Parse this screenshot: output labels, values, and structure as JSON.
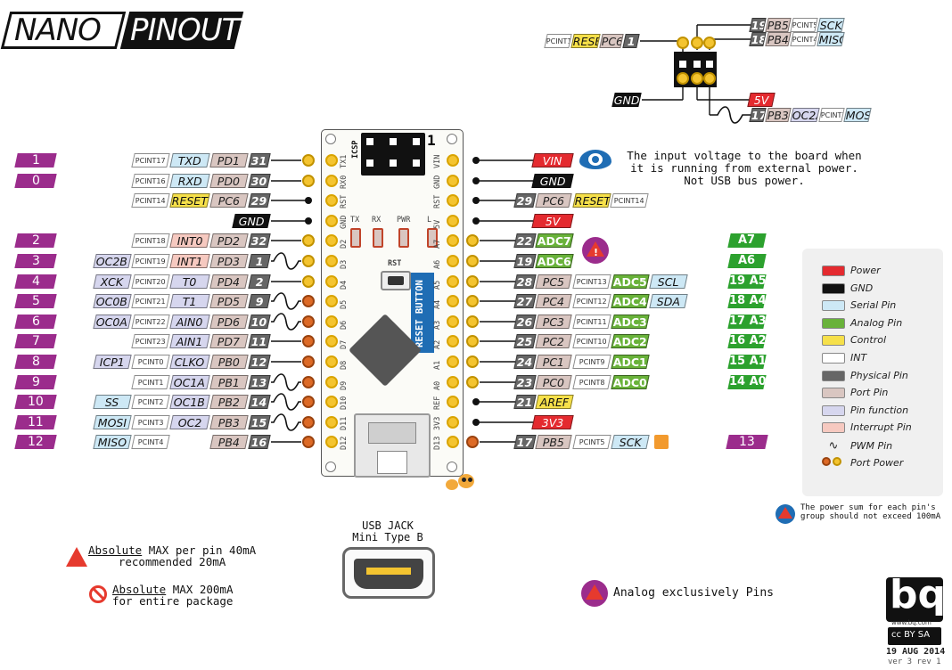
{
  "title": {
    "part1": "NANO",
    "part2": "PINOUT"
  },
  "icsp": {
    "label": "ICSP",
    "num": "1",
    "left_pins": [
      {
        "num": "1",
        "port": "PC6",
        "control": "RESET",
        "pcint": "PCINT14"
      }
    ],
    "top_pins": [
      {
        "num": "19",
        "port": "PB5",
        "pcint": "PCINT5",
        "serial": "SCK"
      },
      {
        "num": "18",
        "port": "PB4",
        "pcint": "PCINT4",
        "serial": "MISO"
      }
    ],
    "gnd": "GND",
    "v5": "5V",
    "mosi": {
      "num": "17",
      "port": "PB3",
      "func": "OC2A",
      "pcint": "PCINT3",
      "serial": "MOSI"
    }
  },
  "left_pins": [
    {
      "dpin": "1",
      "pcint": "PCINT17",
      "port_fn": "TXD",
      "port_fn_type": "serial",
      "port": "PD1",
      "num": "31",
      "board": "TX1",
      "power": false
    },
    {
      "dpin": "0",
      "pcint": "PCINT16",
      "port_fn": "RXD",
      "port_fn_type": "serial",
      "port": "PD0",
      "num": "30",
      "board": "RX0",
      "power": false
    },
    {
      "dpin": "",
      "pcint": "PCINT14",
      "port_fn": "RESET",
      "port_fn_type": "control",
      "port": "PC6",
      "num": "29",
      "board": "RST",
      "power": false
    },
    {
      "dpin": "",
      "pcint": "",
      "port_fn": "",
      "port_fn_type": "",
      "port": "GND",
      "num": "",
      "board": "GND",
      "power": false
    },
    {
      "dpin": "2",
      "pcint": "PCINT18",
      "port_fn": "INT0",
      "port_fn_type": "int",
      "port": "PD2",
      "num": "32",
      "board": "D2",
      "power": false
    },
    {
      "dpin": "3",
      "func": "OC2B",
      "pcint": "PCINT19",
      "port_fn": "INT1",
      "port_fn_type": "int",
      "port": "PD3",
      "num": "1",
      "board": "D3",
      "pwm": true
    },
    {
      "dpin": "4",
      "func": "XCK",
      "pcint": "PCINT20",
      "port_fn": "T0",
      "port_fn_type": "func",
      "port": "PD4",
      "num": "2",
      "board": "D4"
    },
    {
      "dpin": "5",
      "func": "OC0B",
      "pcint": "PCINT21",
      "port_fn": "T1",
      "port_fn_type": "func",
      "port": "PD5",
      "num": "9",
      "board": "D5",
      "pwm": true
    },
    {
      "dpin": "6",
      "func": "OC0A",
      "pcint": "PCINT22",
      "port_fn": "AIN0",
      "port_fn_type": "func",
      "port": "PD6",
      "num": "10",
      "board": "D6",
      "pwm": true
    },
    {
      "dpin": "7",
      "pcint": "PCINT23",
      "port_fn": "AIN1",
      "port_fn_type": "func",
      "port": "PD7",
      "num": "11",
      "board": "D7"
    },
    {
      "dpin": "8",
      "func": "ICP1",
      "pcint": "PCINT0",
      "port_fn": "CLKO",
      "port_fn_type": "func",
      "port": "PB0",
      "num": "12",
      "board": "D8"
    },
    {
      "dpin": "9",
      "pcint": "PCINT1",
      "port_fn": "OC1A",
      "port_fn_type": "func",
      "port": "PB1",
      "num": "13",
      "board": "D9",
      "pwm": true
    },
    {
      "dpin": "10",
      "func": "SS",
      "func_type": "serial",
      "pcint": "PCINT2",
      "port_fn": "OC1B",
      "port_fn_type": "func",
      "port": "PB2",
      "num": "14",
      "board": "D10",
      "pwm": true
    },
    {
      "dpin": "11",
      "func": "MOSI",
      "func_type": "serial",
      "pcint": "PCINT3",
      "port_fn": "OC2",
      "port_fn_type": "func",
      "port": "PB3",
      "num": "15",
      "board": "D11",
      "pwm": true
    },
    {
      "dpin": "12",
      "func": "MISO",
      "func_type": "serial",
      "pcint": "PCINT4",
      "port_fn": "",
      "port_fn_type": "",
      "port": "PB4",
      "num": "16",
      "board": "D12"
    }
  ],
  "right_pins": [
    {
      "board": "VIN",
      "power": "VIN",
      "type": "power"
    },
    {
      "board": "GND",
      "power": "GND",
      "type": "gnd"
    },
    {
      "board": "RST",
      "num": "29",
      "port": "PC6",
      "control": "RESET",
      "pcint": "PCINT14"
    },
    {
      "board": "5V",
      "power": "5V",
      "type": "power"
    },
    {
      "board": "A7",
      "num": "22",
      "analog": "ADC7",
      "apin": "A7"
    },
    {
      "board": "A6",
      "num": "19",
      "analog": "ADC6",
      "apin": "A6"
    },
    {
      "board": "A5",
      "num": "28",
      "port": "PC5",
      "pcint": "PCINT13",
      "analog": "ADC5",
      "serial": "SCL",
      "apin": "19 A5"
    },
    {
      "board": "A4",
      "num": "27",
      "port": "PC4",
      "pcint": "PCINT12",
      "analog": "ADC4",
      "serial": "SDA",
      "apin": "18 A4"
    },
    {
      "board": "A3",
      "num": "26",
      "port": "PC3",
      "pcint": "PCINT11",
      "analog": "ADC3",
      "apin": "17 A3"
    },
    {
      "board": "A2",
      "num": "25",
      "port": "PC2",
      "pcint": "PCINT10",
      "analog": "ADC2",
      "apin": "16 A2"
    },
    {
      "board": "A1",
      "num": "24",
      "port": "PC1",
      "pcint": "PCINT9",
      "analog": "ADC1",
      "apin": "15 A1"
    },
    {
      "board": "A0",
      "num": "23",
      "port": "PC0",
      "pcint": "PCINT8",
      "analog": "ADC0",
      "apin": "14 A0"
    },
    {
      "board": "REF",
      "num": "21",
      "control": "AREF"
    },
    {
      "board": "3V3",
      "power": "3V3",
      "type": "power"
    },
    {
      "board": "D13",
      "num": "17",
      "port": "PB5",
      "pcint": "PCINT5",
      "serial": "SCK",
      "apin": "13"
    }
  ],
  "board_labels": {
    "tx": "TX",
    "rx": "RX",
    "pwr": "PWR",
    "l": "L",
    "rst": "RST",
    "reset_button": "RESET BUTTON"
  },
  "vin_note": "The input voltage to the board when\nit is running from external power.\nNot USB bus power.",
  "legend": [
    {
      "label": "Power",
      "color": "#e42a2f"
    },
    {
      "label": "GND",
      "color": "#111111"
    },
    {
      "label": "Serial Pin",
      "color": "#cde8f5"
    },
    {
      "label": "Analog Pin",
      "color": "#69b23a"
    },
    {
      "label": "Control",
      "color": "#f6e04a"
    },
    {
      "label": "INT",
      "color": "#ffffff"
    },
    {
      "label": "Physical Pin",
      "color": "#666666"
    },
    {
      "label": "Port Pin",
      "color": "#d9c6c1"
    },
    {
      "label": "Pin function",
      "color": "#d6d6ee"
    },
    {
      "label": "Interrupt Pin",
      "color": "#f6c9c0"
    },
    {
      "label": "PWM Pin",
      "color": ""
    },
    {
      "label": "Port Power",
      "color": ""
    }
  ],
  "power_note": "The power sum for each pin's\ngroup should not exceed 100mA",
  "usb": {
    "line1": "USB JACK",
    "line2": "Mini Type B"
  },
  "notes": {
    "max_pin_a": "Absolute",
    "max_pin_b": " MAX per pin 40mA",
    "max_pin_c": "recommended 20mA",
    "max_pkg_a": "Absolute",
    "max_pkg_b": " MAX 200mA",
    "max_pkg_c": "for entire package",
    "analog_only": "Analog exclusively Pins"
  },
  "brand": {
    "logo": "bq",
    "site": "www.bq.com",
    "license": "cc BY SA",
    "date": "19 AUG 2014",
    "version": "ver 3 rev 1"
  }
}
